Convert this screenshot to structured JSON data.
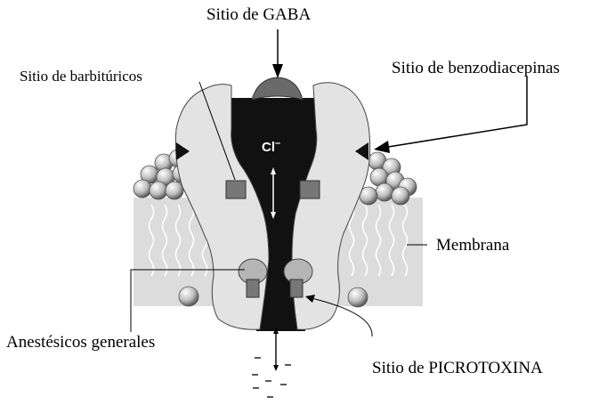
{
  "labels": {
    "gaba_site": "Sitio de GABA",
    "barbiturate_site": "Sitio de barbitúricos",
    "benzodiazepine_site": "Sitio de benzodiacepinas",
    "membrane": "Membrana",
    "general_anesthetics": "Anestésicos generales",
    "picrotoxin_site": "Sitio de PICROTOXINA"
  },
  "ion": {
    "symbol": "Cl",
    "charge": "–"
  },
  "colors": {
    "membrane": "#dcdcdc",
    "protein": "#e3e3e3",
    "channel": "#111111",
    "site_square": "#777777",
    "lipid_head": "#bdbdbd",
    "anesthetic_site": "#b5b5b5",
    "gaba_dome": "#6a6a6a"
  }
}
